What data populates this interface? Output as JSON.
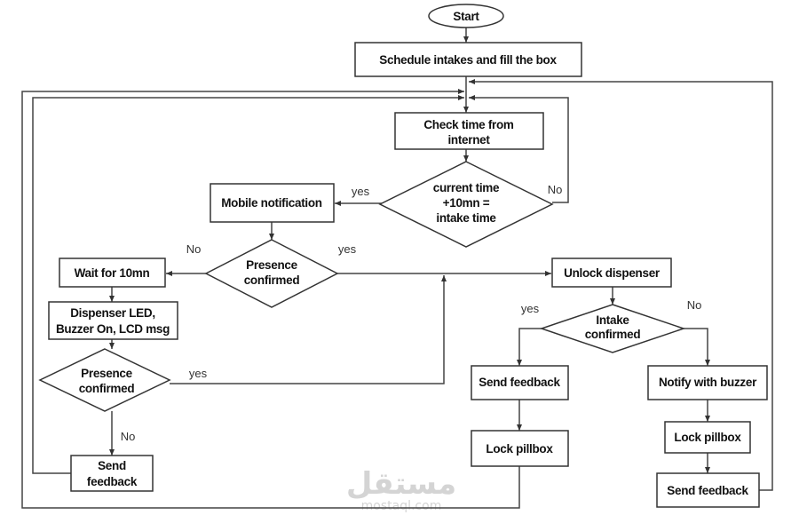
{
  "nodes": {
    "start": "Start",
    "schedule": "Schedule intakes and fill the box",
    "check_time": [
      "Check time from",
      "internet"
    ],
    "time_decision": [
      "current time",
      "+10mn =",
      "intake time"
    ],
    "mobile_notification": "Mobile notification",
    "presence1": [
      "Presence",
      "confirmed"
    ],
    "wait": "Wait for 10mn",
    "dispenser_led": [
      "Dispenser LED,",
      "Buzzer On, LCD msg"
    ],
    "presence2": [
      "Presence",
      "confirmed"
    ],
    "send_feedback_left": [
      "Send",
      "feedback"
    ],
    "unlock": "Unlock dispenser",
    "intake_decision": [
      "Intake",
      "confirmed"
    ],
    "send_feedback_mid": "Send feedback",
    "lock_mid": "Lock pillbox",
    "notify_buzzer": "Notify with buzzer",
    "lock_right": "Lock pillbox",
    "send_feedback_right": "Send feedback"
  },
  "branches": {
    "time_yes": "yes",
    "time_no": "No",
    "presence1_no": "No",
    "presence1_yes": "yes",
    "presence2_yes": "yes",
    "presence2_no": "No",
    "intake_yes": "yes",
    "intake_no": "No"
  },
  "watermark": {
    "arabic": "مستقل",
    "latin": "mostaql.com"
  }
}
